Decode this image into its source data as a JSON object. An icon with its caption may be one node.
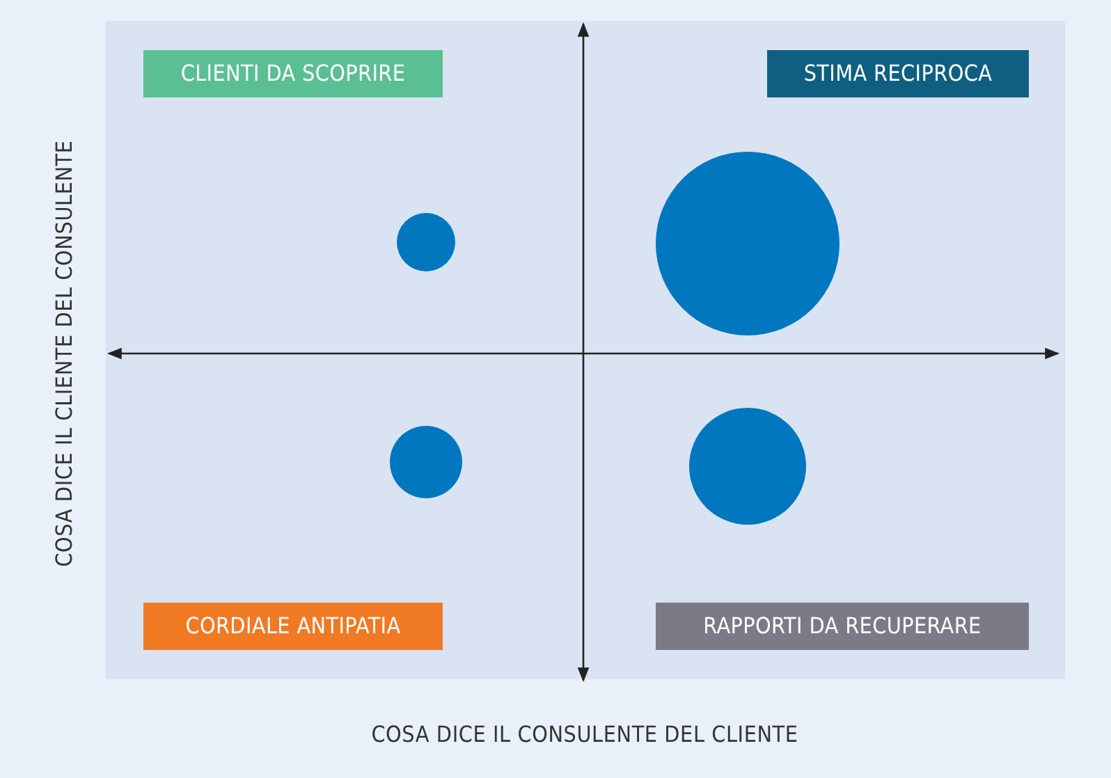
{
  "diagram": {
    "labels": [
      "CLIENTI DA SCOPRIRE",
      "STIMA RECIPROCA",
      "CORDIALE ANTIPATIA",
      "RAPPORTI DA RECUPERARE",
      "COSA DICE IL CLIENTE DEL CONSULENTE",
      "COSA DICE IL CONSULENTE DEL CLIENTE"
    ]
  }
}
